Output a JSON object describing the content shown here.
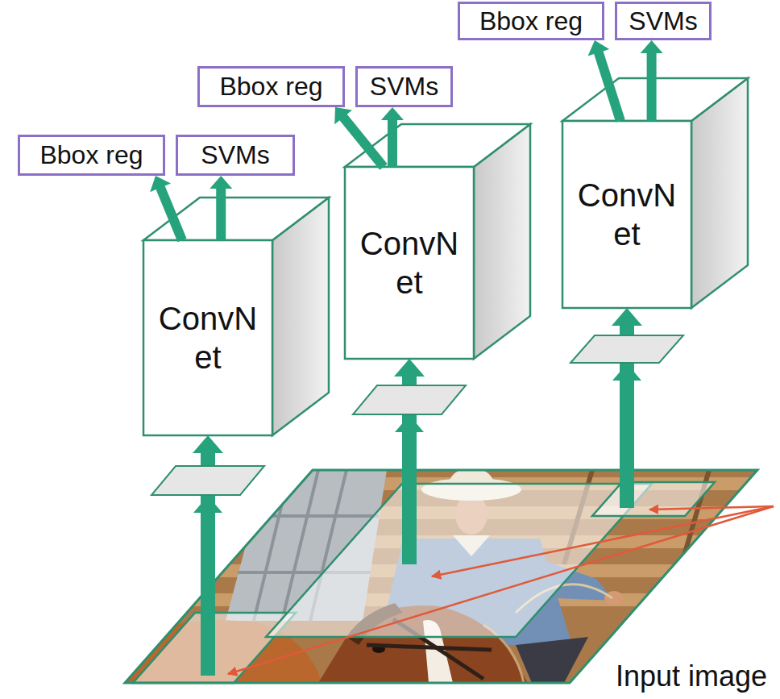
{
  "diagram": {
    "nodes": [
      {
        "text": [
          "Bbox reg"
        ]
      },
      {
        "text": [
          "SVMs"
        ]
      },
      {
        "text": [
          "ConvN et"
        ]
      },
      {
        "text": [
          "Bbox reg"
        ]
      },
      {
        "text": [
          "SVMs"
        ]
      },
      {
        "text": [
          "ConvN et"
        ]
      },
      {
        "text": [
          "Bbox reg"
        ]
      },
      {
        "text": [
          "SVMs"
        ]
      },
      {
        "text": [
          "ConvN et"
        ]
      },
      {
        "text": [
          "Input image"
        ]
      }
    ],
    "edges": [
      {
        "from": 2,
        "to": 0,
        "arrow": "to"
      },
      {
        "from": 2,
        "to": 1,
        "arrow": "to"
      },
      {
        "from": 5,
        "to": 3,
        "arrow": "to"
      },
      {
        "from": 5,
        "to": 4,
        "arrow": "to"
      },
      {
        "from": 8,
        "to": 6,
        "arrow": "to"
      },
      {
        "from": 8,
        "to": 7,
        "arrow": "to"
      },
      {
        "from": 9,
        "to": 2,
        "arrow": "to"
      },
      {
        "from": 9,
        "to": 5,
        "arrow": "to"
      },
      {
        "from": 9,
        "to": 8,
        "arrow": "to"
      }
    ]
  }
}
